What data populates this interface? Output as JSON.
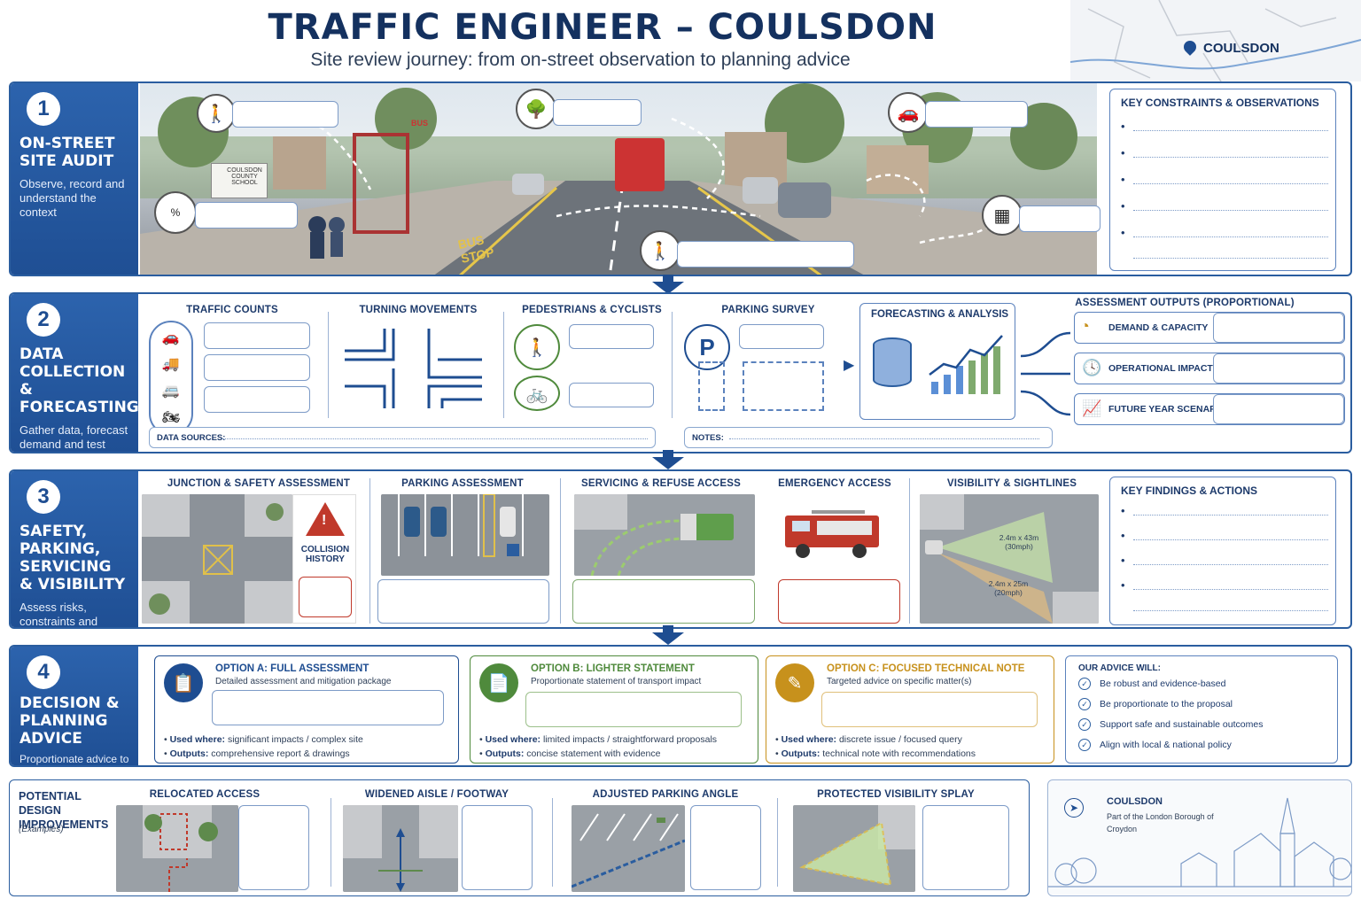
{
  "header": {
    "title": "TRAFFIC ENGINEER – COULSDON",
    "subtitle": "Site review journey: from on-street observation to planning advice",
    "map_label": "COULSDON"
  },
  "section1": {
    "number": "1",
    "title": "ON-STREET SITE AUDIT",
    "desc": "Observe, record and understand the context",
    "constraints_title": "KEY CONSTRAINTS & OBSERVATIONS",
    "school_sign": "COULSDON COUNTY SCHOOL",
    "bus_stop_marking": "BUS STOP",
    "bus_flag": "BUS",
    "gradient_label": "%"
  },
  "section2": {
    "number": "2",
    "title": "DATA COLLECTION & FORECASTING",
    "desc": "Gather data, forecast demand and test options",
    "traffic_counts": "TRAFFIC COUNTS",
    "turning": "TURNING MOVEMENTS",
    "peds": "PEDESTRIANS & CYCLISTS",
    "parking": "PARKING SURVEY",
    "forecast": "FORECASTING & ANALYSIS",
    "outputs_title": "ASSESSMENT OUTPUTS (PROPORTIONAL)",
    "out1": "DEMAND & CAPACITY",
    "out2": "OPERATIONAL IMPACTS",
    "out3": "FUTURE YEAR SCENARIOS",
    "data_sources": "DATA SOURCES:",
    "notes": "NOTES:",
    "parking_letter": "P"
  },
  "section3": {
    "number": "3",
    "title": "SAFETY, PARKING, SERVICING & VISIBILITY",
    "desc": "Assess risks, constraints and compliance",
    "junction": "JUNCTION & SAFETY ASSESSMENT",
    "collision": "COLLISION HISTORY",
    "parking": "PARKING ASSESSMENT",
    "servicing": "SERVICING & REFUSE ACCESS",
    "emergency": "EMERGENCY ACCESS",
    "visibility": "VISIBILITY & SIGHTLINES",
    "vis1": "2.4m x 43m (30mph)",
    "vis2": "2.4m x 25m (20mph)",
    "findings_title": "KEY FINDINGS & ACTIONS"
  },
  "section4": {
    "number": "4",
    "title": "DECISION & PLANNING ADVICE",
    "desc": "Proportionate advice to support planning decisions",
    "options": [
      {
        "title": "OPTION A: FULL ASSESSMENT",
        "sub": "Detailed assessment and mitigation package",
        "used_label": "Used where:",
        "used": "significant impacts / complex site",
        "out_label": "Outputs:",
        "out": "comprehensive report & drawings",
        "color": "#1e4d91"
      },
      {
        "title": "OPTION B: LIGHTER STATEMENT",
        "sub": "Proportionate statement of transport impact",
        "used_label": "Used where:",
        "used": "limited impacts / straightforward proposals",
        "out_label": "Outputs:",
        "out": "concise statement with evidence",
        "color": "#4f8a3c"
      },
      {
        "title": "OPTION C: FOCUSED TECHNICAL NOTE",
        "sub": "Targeted advice on specific matter(s)",
        "used_label": "Used where:",
        "used": "discrete issue / focused query",
        "out_label": "Outputs:",
        "out": "technical note with recommendations",
        "color": "#c7911c"
      }
    ],
    "advice_title": "OUR ADVICE WILL:",
    "advice": [
      "Be robust and evidence-based",
      "Be proportionate to the proposal",
      "Support safe and sustainable outcomes",
      "Align with local & national policy"
    ]
  },
  "section5": {
    "title": "POTENTIAL DESIGN IMPROVEMENTS",
    "examples": "(Examples)",
    "items": [
      "RELOCATED ACCESS",
      "WIDENED AISLE / FOOTWAY",
      "ADJUSTED PARKING ANGLE",
      "PROTECTED VISIBILITY SPLAY"
    ],
    "place": "COULSDON",
    "place_desc": "Part of the London Borough of Croydon"
  },
  "colors": {
    "primary": "#1e4d91",
    "green": "#4f8a3c",
    "amber": "#c7911c",
    "red": "#c0392b"
  }
}
